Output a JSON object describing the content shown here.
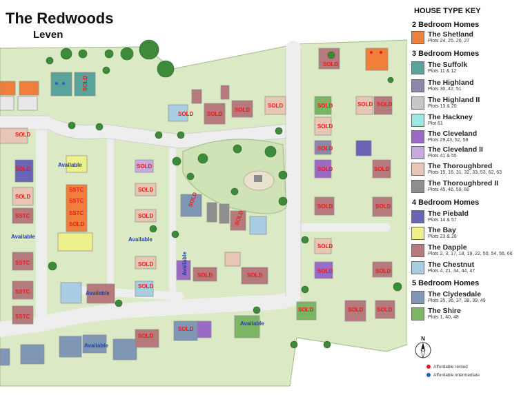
{
  "header": {
    "title": "The Redwoods",
    "subtitle": "Leven"
  },
  "key": {
    "title": "HOUSE TYPE KEY",
    "groups": [
      {
        "heading": "2 Bedroom Homes",
        "items": [
          {
            "name": "The Shetland",
            "plots": "Plots 24, 25, 26, 27",
            "color": "#f07f3c"
          }
        ]
      },
      {
        "heading": "3 Bedroom Homes",
        "items": [
          {
            "name": "The Suffolk",
            "plots": "Plots 11 & 12",
            "color": "#5aa39a"
          },
          {
            "name": "The Highland",
            "plots": "Plots 30, 42, 51",
            "color": "#8e86a8"
          },
          {
            "name": "The Highland II",
            "plots": "Plots 13 & 20",
            "color": "#c7c7c7"
          },
          {
            "name": "The Hackney",
            "plots": "Plot 61",
            "color": "#9ee6e0"
          },
          {
            "name": "The Cleveland",
            "plots": "Plots 29,43, 52, 58",
            "color": "#9b6ac4"
          },
          {
            "name": "The Cleveland II",
            "plots": "Plots 41 & 55",
            "color": "#c9a9de"
          },
          {
            "name": "The Thoroughbred",
            "plots": "Plots 15, 16, 31, 32, 33, 53, 62, 63",
            "color": "#e8c6b4"
          },
          {
            "name": "The Thoroughbred II",
            "plots": "Plots 45, 46, 59, 60",
            "color": "#8e8e8e"
          }
        ]
      },
      {
        "heading": "4 Bedroom Homes",
        "items": [
          {
            "name": "The Piebald",
            "plots": "Plots 14 & 57",
            "color": "#6b63b5"
          },
          {
            "name": "The Bay",
            "plots": "Plots 23 & 28",
            "color": "#eef08c"
          },
          {
            "name": "The Dapple",
            "plots": "Plots 2, 3, 17, 18, 19, 22, 50, 54, 56, 66",
            "color": "#b77a7c"
          },
          {
            "name": "The Chestnut",
            "plots": "Plots 4, 21, 34, 44, 47",
            "color": "#a8cde2"
          }
        ]
      },
      {
        "heading": "5 Bedroom Homes",
        "items": [
          {
            "name": "The Clydesdale",
            "plots": "Plots 35, 36, 37, 38, 39, 49",
            "color": "#7f97b5"
          },
          {
            "name": "The Shire",
            "plots": "Plots 1, 40, 48",
            "color": "#7cb563"
          }
        ]
      }
    ],
    "legend": [
      {
        "label": "Affordable rented",
        "color": "#e21d1d"
      },
      {
        "label": "Affordable intermediate",
        "color": "#1f5fbf"
      }
    ],
    "compass": "N"
  },
  "status_labels": {
    "sold": "SOLD",
    "sstc": "SSTC",
    "available": "Available"
  },
  "colors": {
    "grass": "#dbeac4",
    "road": "#eeeeee",
    "tree": "#3c8a3a",
    "plot_outline": "#8a8a8a"
  }
}
